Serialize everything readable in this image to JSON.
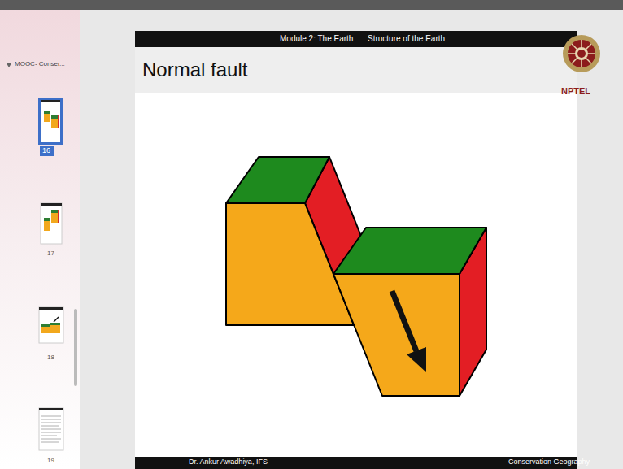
{
  "diagram": {
    "title": "Normal fault",
    "labels": [
      "Module 2: The Earth",
      "Structure of the Earth",
      "NPTEL",
      "MOOC- Conser...",
      "16",
      "17",
      "18",
      "19",
      "Dr. Ankur Awadhiya, IFS",
      "Conservation Geography"
    ]
  }
}
